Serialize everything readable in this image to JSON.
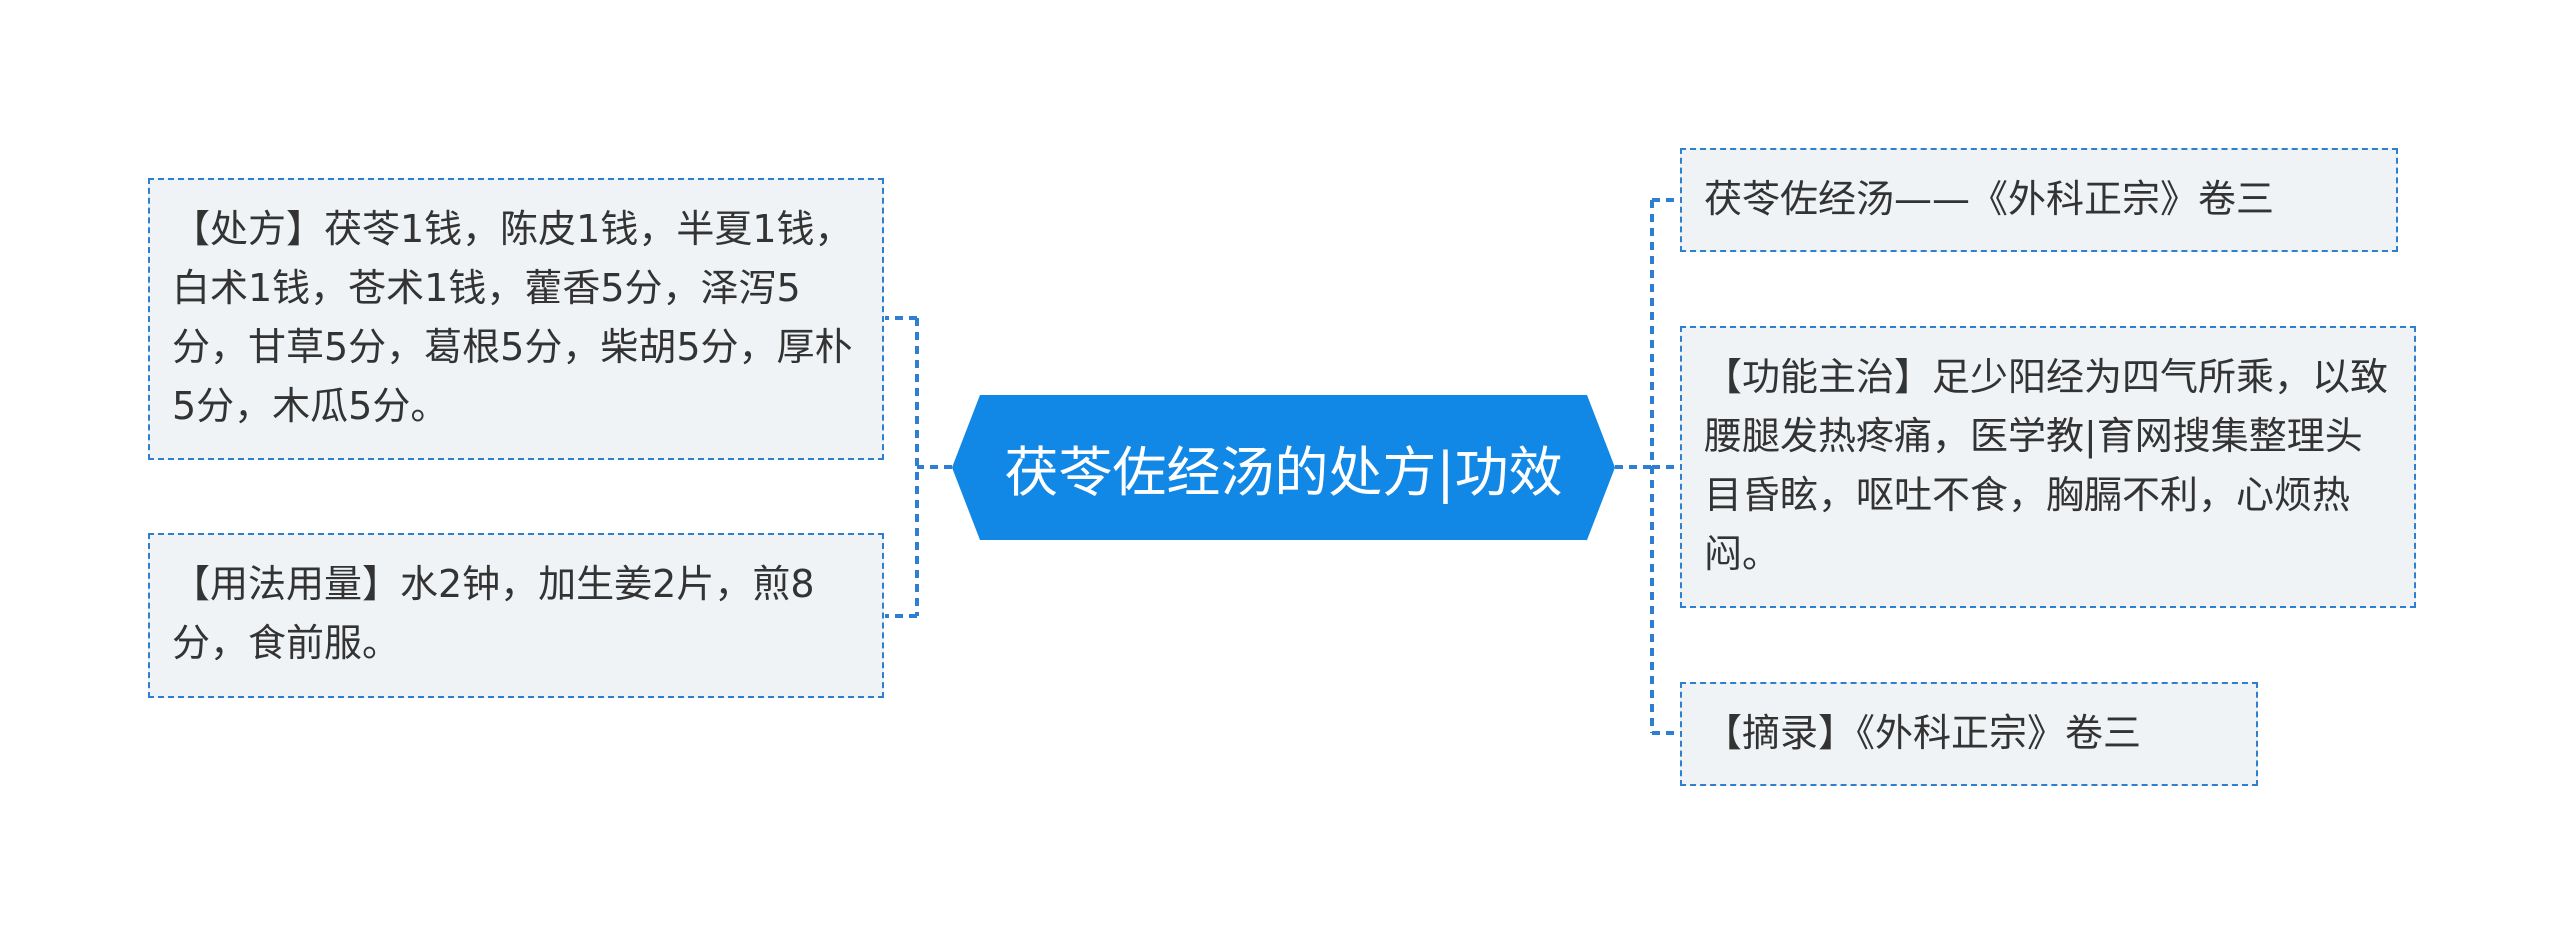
{
  "colors": {
    "accent": "#1187e6",
    "line": "#2f7fd0",
    "node_fill": "#eff3f6",
    "text": "#333333"
  },
  "center": {
    "label": "茯苓佐经汤的处方|功效"
  },
  "left_nodes": [
    {
      "text": "【处方】茯苓1钱，陈皮1钱，半夏1钱，白术1钱，苍术1钱，藿香5分，泽泻5分，甘草5分，葛根5分，柴胡5分，厚朴5分，木瓜5分。"
    },
    {
      "text": "【用法用量】水2钟，加生姜2片，煎8分，食前服。"
    }
  ],
  "right_nodes": [
    {
      "text": "茯苓佐经汤——《外科正宗》卷三"
    },
    {
      "text": "【功能主治】足少阳经为四气所乘，以致腰腿发热疼痛，医学教|育网搜集整理头目昏眩，呕吐不食，胸膈不利，心烦热闷。"
    },
    {
      "text": "【摘录】《外科正宗》卷三"
    }
  ]
}
